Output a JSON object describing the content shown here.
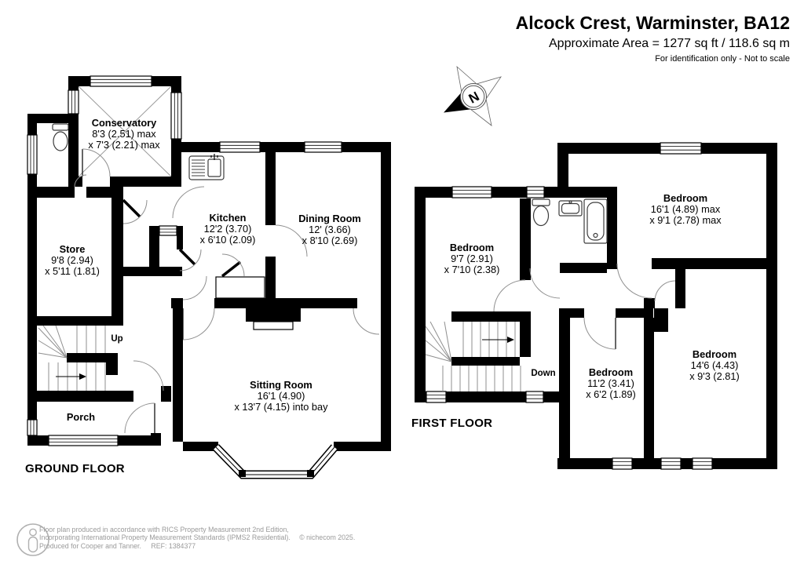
{
  "header": {
    "title": "Alcock Crest, Warminster, BA12",
    "area_line": "Approximate Area = 1277 sq ft / 118.6 sq m",
    "note_line": "For identification only - Not to scale"
  },
  "compass": {
    "north_label": "N"
  },
  "floors": {
    "ground": {
      "label": "GROUND FLOOR",
      "stairs_direction": "Up",
      "rooms": {
        "conservatory": {
          "name": "Conservatory",
          "dim_line1": "8'3 (2.51) max",
          "dim_line2": "x 7'3 (2.21) max"
        },
        "store": {
          "name": "Store",
          "dim_line1": "9'8 (2.94)",
          "dim_line2": "x 5'11 (1.81)"
        },
        "kitchen": {
          "name": "Kitchen",
          "dim_line1": "12'2 (3.70)",
          "dim_line2": "x 6'10 (2.09)"
        },
        "dining_room": {
          "name": "Dining Room",
          "dim_line1": "12' (3.66)",
          "dim_line2": "x 8'10 (2.69)"
        },
        "sitting_room": {
          "name": "Sitting Room",
          "dim_line1": "16'1 (4.90)",
          "dim_line2": "x 13'7 (4.15) into bay"
        },
        "porch": {
          "name": "Porch"
        }
      }
    },
    "first": {
      "label": "FIRST FLOOR",
      "stairs_direction": "Down",
      "rooms": {
        "bedroom_left": {
          "name": "Bedroom",
          "dim_line1": "9'7 (2.91)",
          "dim_line2": "x 7'10 (2.38)"
        },
        "bedroom_top_right": {
          "name": "Bedroom",
          "dim_line1": "16'1 (4.89) max",
          "dim_line2": "x 9'1 (2.78) max"
        },
        "bedroom_bottom_middle": {
          "name": "Bedroom",
          "dim_line1": "11'2 (3.41)",
          "dim_line2": "x 6'2 (1.89)"
        },
        "bedroom_bottom_right": {
          "name": "Bedroom",
          "dim_line1": "14'6 (4.43)",
          "dim_line2": "x 9'3 (2.81)"
        }
      }
    }
  },
  "footer": {
    "line1": "Floor plan produced in accordance with RICS Property Measurement 2nd Edition,",
    "line2": "Incorporating International Property Measurement Standards (IPMS2 Residential).",
    "copyright": "© nichecom 2025.",
    "line3": "Produced for Cooper and Tanner.",
    "ref": "REF: 1384377"
  },
  "colors": {
    "wall": "#000000",
    "door_arc": "#8f8f8f",
    "footer_text": "#9a9a9a"
  }
}
